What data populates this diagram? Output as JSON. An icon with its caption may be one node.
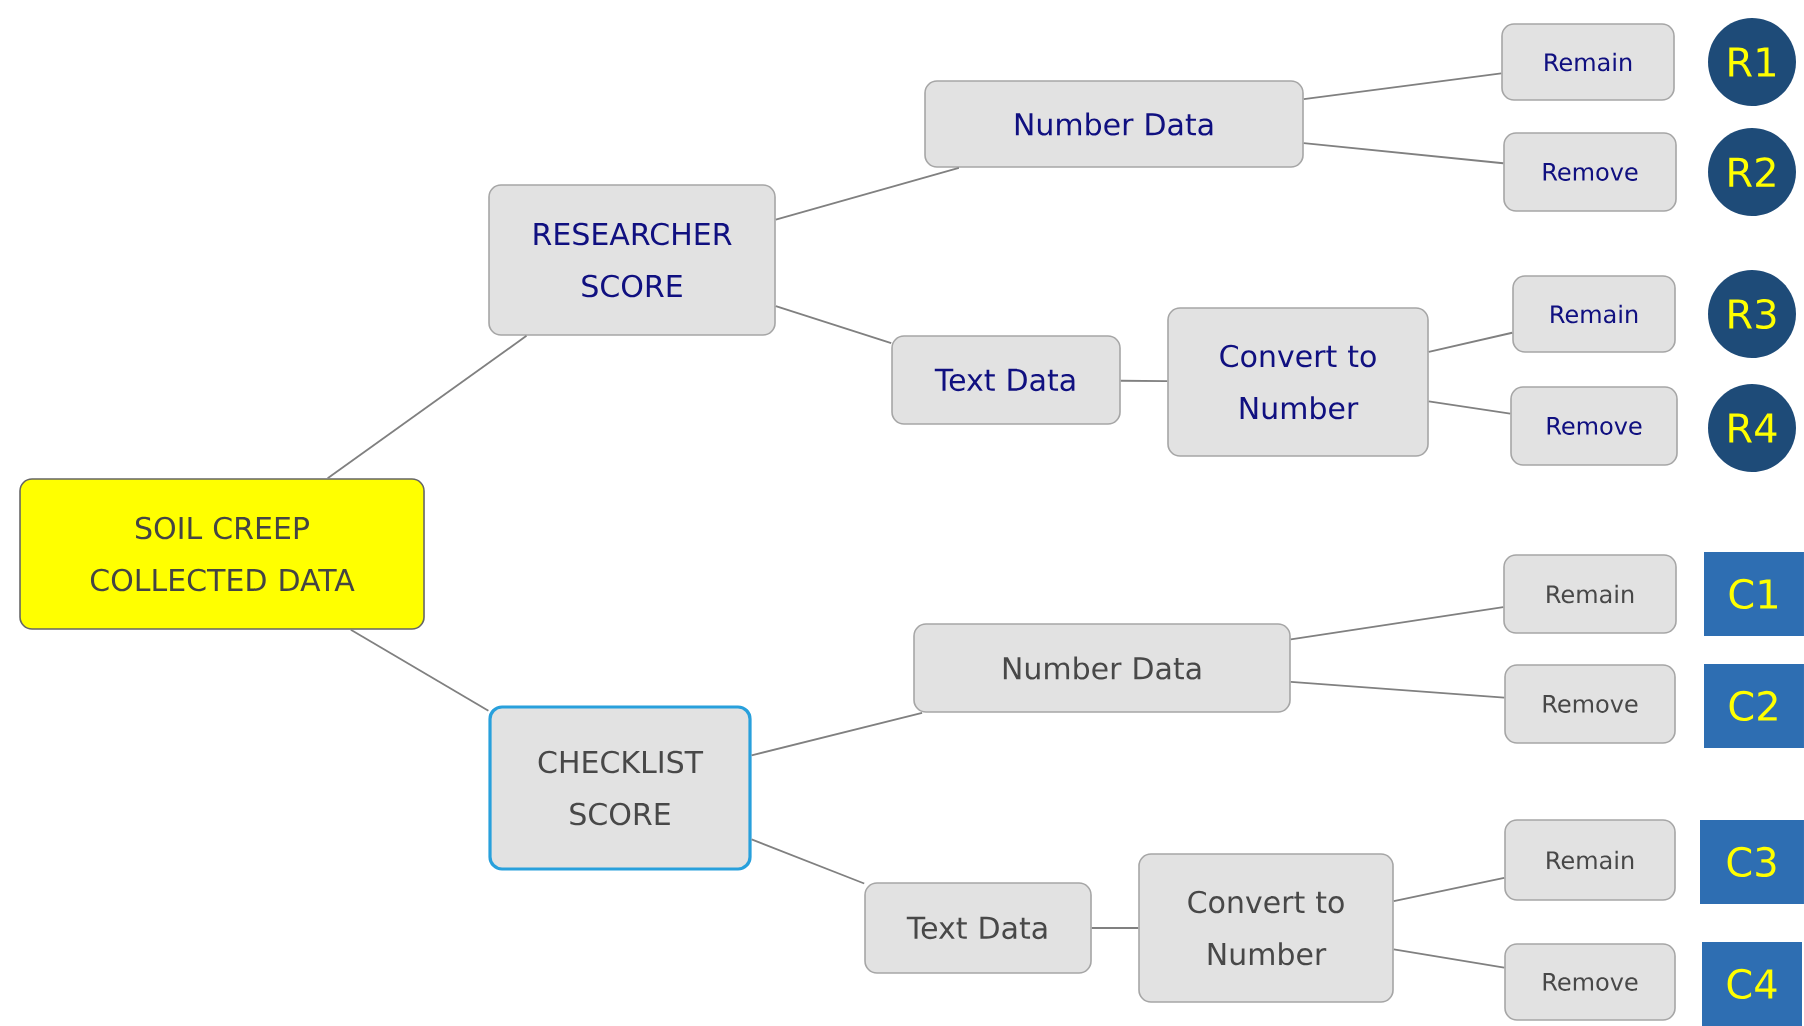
{
  "diagram": {
    "nodes": [
      {
        "text": [
          "SOIL CREEP COLLECTED DATA"
        ]
      },
      {
        "text": [
          "RESEARCHER SCORE"
        ]
      },
      {
        "text": [
          "Number Data"
        ]
      },
      {
        "text": [
          "Remain"
        ]
      },
      {
        "text": [
          "R1"
        ]
      },
      {
        "text": [
          "Remove"
        ]
      },
      {
        "text": [
          "R2"
        ]
      },
      {
        "text": [
          "Text Data"
        ]
      },
      {
        "text": [
          "Convert to Number"
        ]
      },
      {
        "text": [
          "Remain"
        ]
      },
      {
        "text": [
          "R3"
        ]
      },
      {
        "text": [
          "Remove"
        ]
      },
      {
        "text": [
          "R4"
        ]
      },
      {
        "text": [
          "CHECKLIST SCORE"
        ]
      },
      {
        "text": [
          "Number Data"
        ]
      },
      {
        "text": [
          "Remain"
        ]
      },
      {
        "text": [
          "C1"
        ]
      },
      {
        "text": [
          "Remove"
        ]
      },
      {
        "text": [
          "C2"
        ]
      },
      {
        "text": [
          "Text Data"
        ]
      },
      {
        "text": [
          "Convert to Number"
        ]
      },
      {
        "text": [
          "Remain"
        ]
      },
      {
        "text": [
          "C3"
        ]
      },
      {
        "text": [
          "Remove"
        ]
      },
      {
        "text": [
          "C4"
        ]
      }
    ],
    "edges": [
      {
        "from": 0,
        "to": 1,
        "arrow": "none"
      },
      {
        "from": 1,
        "to": 2,
        "arrow": "none"
      },
      {
        "from": 2,
        "to": 3,
        "arrow": "none"
      },
      {
        "from": 2,
        "to": 5,
        "arrow": "none"
      },
      {
        "from": 1,
        "to": 7,
        "arrow": "none"
      },
      {
        "from": 7,
        "to": 8,
        "arrow": "none"
      },
      {
        "from": 8,
        "to": 9,
        "arrow": "none"
      },
      {
        "from": 8,
        "to": 11,
        "arrow": "none"
      },
      {
        "from": 0,
        "to": 13,
        "arrow": "none"
      },
      {
        "from": 13,
        "to": 14,
        "arrow": "none"
      },
      {
        "from": 14,
        "to": 15,
        "arrow": "none"
      },
      {
        "from": 14,
        "to": 17,
        "arrow": "none"
      },
      {
        "from": 13,
        "to": 19,
        "arrow": "none"
      },
      {
        "from": 19,
        "to": 20,
        "arrow": "none"
      },
      {
        "from": 20,
        "to": 21,
        "arrow": "none"
      },
      {
        "from": 20,
        "to": 23,
        "arrow": "none"
      }
    ]
  }
}
